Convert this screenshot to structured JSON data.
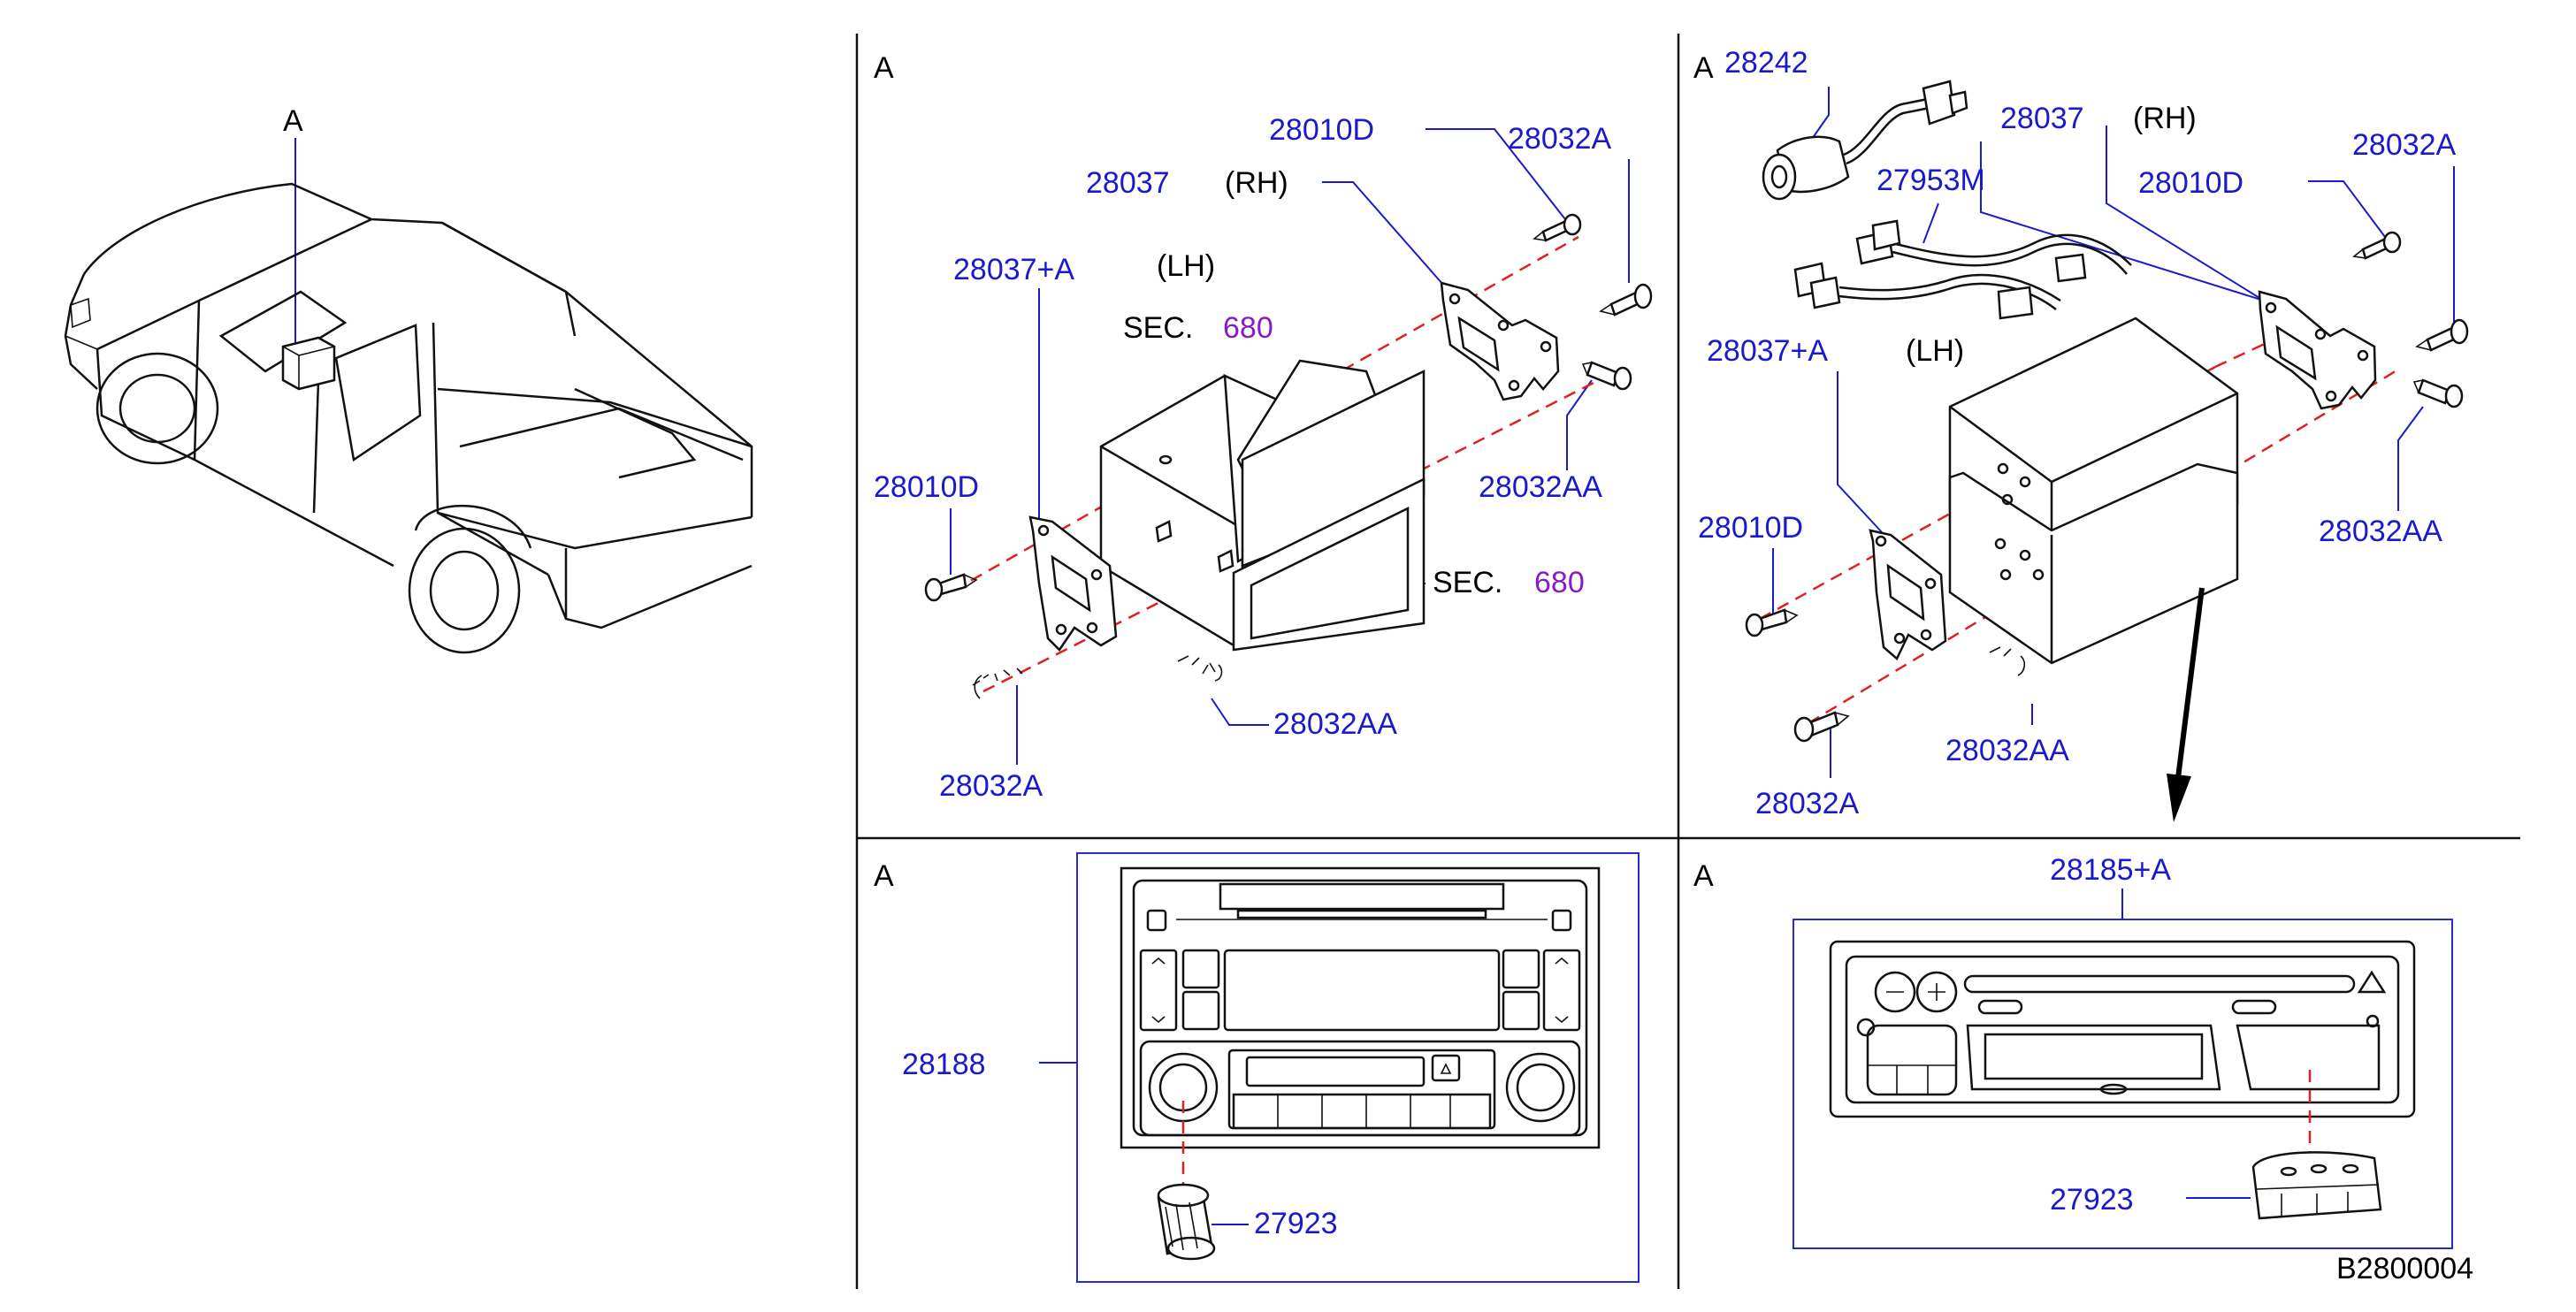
{
  "figure_code": "B2800004",
  "panels": {
    "vehicle": {
      "view_marker": "A"
    },
    "mount_lh": {
      "view_marker": "A",
      "labels": {
        "bracket_rh_part": "28037",
        "rh": "(RH)",
        "bracket_part": "28010D",
        "screw_top": "28032A",
        "bracket_lh_part": "28037+A",
        "lh": "(LH)",
        "sec_word_1": "SEC.",
        "sec_num_1": "680",
        "screw_left": "28010D",
        "screw_aa_right": "28032AA",
        "sec_word_2": "SEC.",
        "sec_num_2": "680",
        "screw_aa_bottom": "28032AA",
        "screw_bottom": "28032A"
      }
    },
    "mount_rh": {
      "view_marker": "A",
      "labels": {
        "antenna_part": "28242",
        "bracket_rh_part": "28037",
        "rh": "(RH)",
        "harness_part": "27953M",
        "bracket_part": "28010D",
        "screw_top": "28032A",
        "bracket_lh_part": "28037+A",
        "lh": "(LH)",
        "screw_left": "28010D",
        "screw_aa_right": "28032AA",
        "screw_aa_bottom": "28032AA",
        "screw_bottom": "28032A"
      }
    },
    "radio_a": {
      "view_marker": "A",
      "labels": {
        "unit_part": "28188",
        "knob_part": "27923"
      }
    },
    "radio_b": {
      "view_marker": "A",
      "labels": {
        "unit_part": "28185+A",
        "knob_part": "27923"
      }
    }
  }
}
